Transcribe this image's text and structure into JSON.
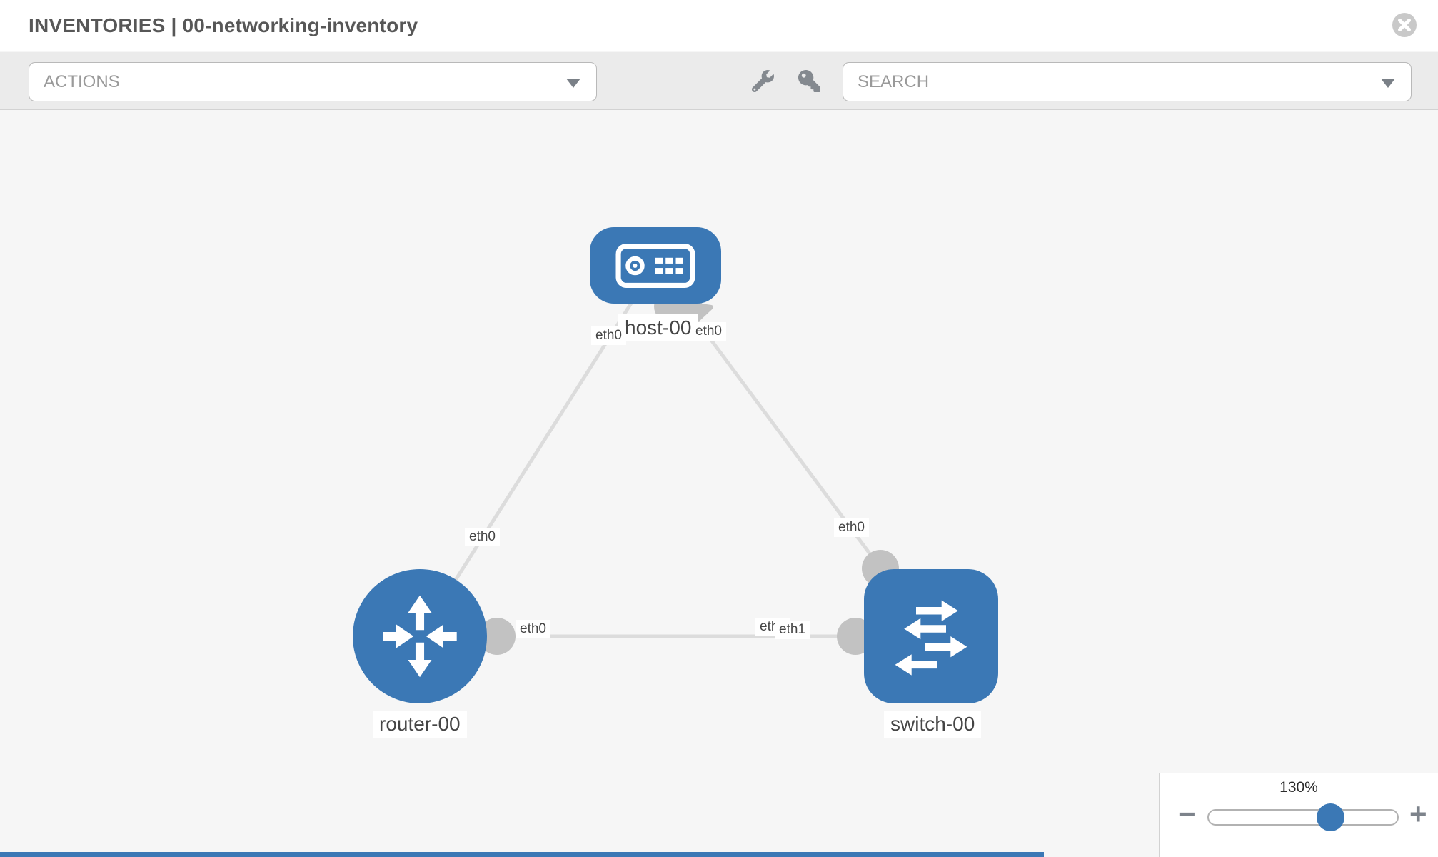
{
  "header": {
    "title": "INVENTORIES | 00-networking-inventory",
    "close_icon": "close-icon"
  },
  "toolbar": {
    "actions_placeholder": "ACTIONS",
    "search_placeholder": "SEARCH",
    "icons": [
      {
        "name": "wrench-icon"
      },
      {
        "name": "key-icon"
      }
    ]
  },
  "diagram": {
    "nodes": [
      {
        "id": "host-00",
        "label": "host-00",
        "type": "host",
        "icon": "host-icon"
      },
      {
        "id": "router-00",
        "label": "router-00",
        "type": "router",
        "icon": "router-icon"
      },
      {
        "id": "switch-00",
        "label": "switch-00",
        "type": "switch",
        "icon": "switch-icon"
      }
    ],
    "links": [
      {
        "from": "host-00",
        "to": "router-00",
        "from_label": "eth0",
        "to_label": "eth0"
      },
      {
        "from": "host-00",
        "to": "switch-00",
        "from_label": "eth0",
        "to_label": "eth0"
      },
      {
        "from": "router-00",
        "to": "switch-00",
        "from_label": "eth0",
        "to_label": "eth1",
        "to_label_behind": "eth0"
      }
    ]
  },
  "zoom_control": {
    "value": "130%",
    "minus_label": "−",
    "plus_label": "+"
  },
  "colors": {
    "node_blue": "#3b78b5",
    "link_gray": "#dcdcdc",
    "iface_gray": "#c2c2c2",
    "canvas_bg": "#f6f6f6",
    "toolbar_bg": "#ebebeb",
    "panel_border": "#d2d2d2",
    "input_border": "#b9b9b9",
    "placeholder_text": "#9a9a9a",
    "icon_gray": "#84898f",
    "title_text": "#575757",
    "label_text": "#454545",
    "close_gray": "#c9c9c9"
  }
}
